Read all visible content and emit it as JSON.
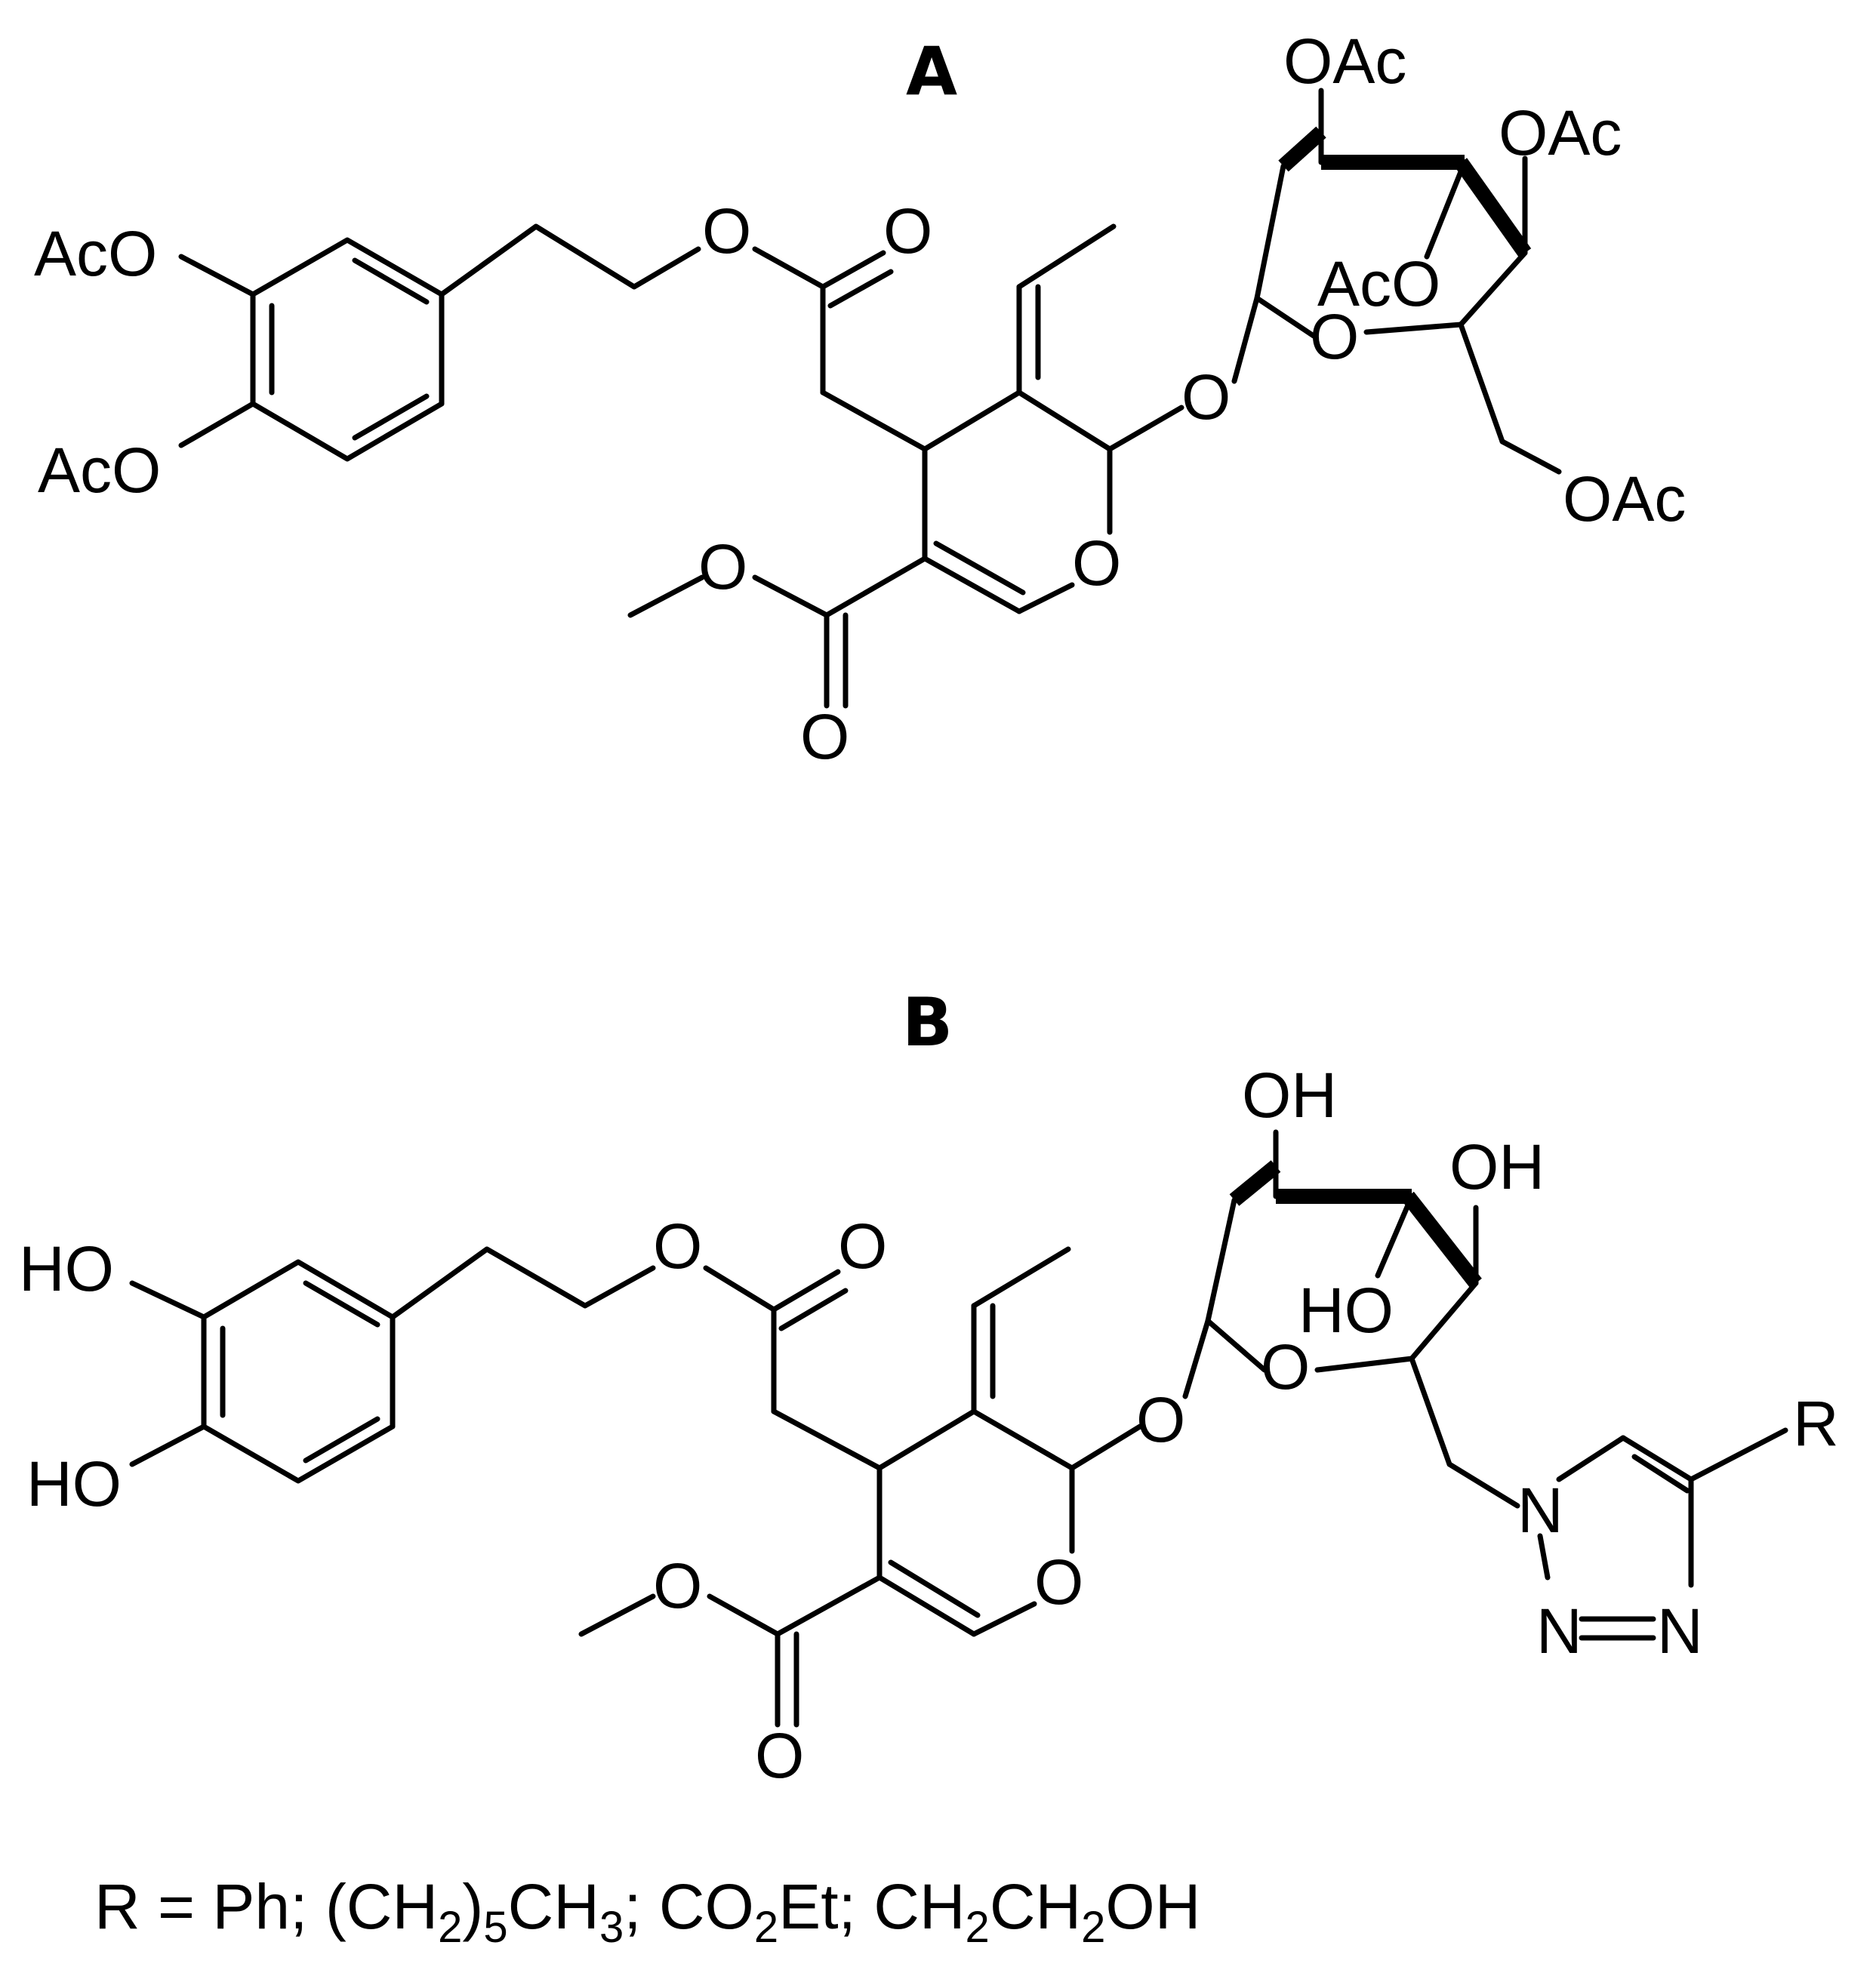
{
  "panels": {
    "a": {
      "label": "A",
      "substituents": {
        "catechol_top": "AcO",
        "catechol_bottom": "AcO",
        "sugar_top": "OAc",
        "sugar_right": "OAc",
        "sugar_inner": "AcO",
        "sugar_ch2": "OAc"
      },
      "oxygens": {
        "ester_o": "O",
        "ester_carbonyl": "O",
        "glycosidic_o": "O",
        "ring_o": "O",
        "pyran_o": "O",
        "methoxy_o": "O",
        "methyl_ester_carbonyl": "O"
      }
    },
    "b": {
      "label": "B",
      "substituents": {
        "catechol_top": "HO",
        "catechol_bottom": "HO",
        "sugar_top": "OH",
        "sugar_right": "OH",
        "sugar_inner": "HO",
        "triazole_r": "R"
      },
      "oxygens": {
        "ester_o": "O",
        "ester_carbonyl": "O",
        "glycosidic_o": "O",
        "ring_o": "O",
        "pyran_o": "O",
        "methoxy_o": "O",
        "methyl_ester_carbonyl": "O"
      },
      "triazole": {
        "n1": "N",
        "n2": "N",
        "n3": "N"
      }
    }
  },
  "legend": {
    "r_eq": "R = Ph; (CH",
    "sub2a": "2",
    "part2": ")",
    "sub5": "5",
    "part3": "CH",
    "sub3": "3",
    "part4": "; CO",
    "sub2b": "2",
    "part5": "Et; CH",
    "sub2c": "2",
    "part6": "CH",
    "sub2d": "2",
    "part7": "OH"
  }
}
